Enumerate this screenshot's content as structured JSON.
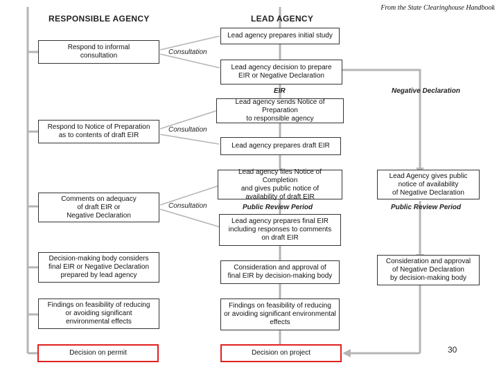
{
  "source": "From the State Clearinghouse Handbook",
  "page_number": "30",
  "headers": {
    "responsible": "RESPONSIBLE AGENCY",
    "lead": "LEAD AGENCY"
  },
  "labels": {
    "consultation": "Consultation",
    "eir": "EIR",
    "negative_declaration": "Negative Declaration",
    "public_review": "Public Review Period"
  },
  "responsible_boxes": {
    "informal": "Respond to informal\nconsultation",
    "nop": "Respond to Notice of Preparation\nas to contents of draft EIR",
    "comments": "Comments on adequacy\nof draft EIR or\nNegative Declaration",
    "decision_body": "Decision-making body considers\nfinal EIR or Negative Declaration\nprepared by lead agency",
    "findings": "Findings on feasibility of reducing\nor avoiding significant\nenvironmental effects",
    "permit": "Decision on permit"
  },
  "lead_boxes": {
    "initial_study": "Lead agency prepares initial study",
    "decision_prepare": "Lead agency decision to prepare\nEIR or Negative Declaration",
    "sends_nop": "Lead agency sends Notice of Preparation\nto responsible agency",
    "draft_eir": "Lead agency prepares draft EIR",
    "completion": "Lead agency files Notice of Completion\nand gives public notice of\navailability of draft EIR",
    "final_eir": "Lead agency prepares final EIR\nincluding responses to comments\non draft EIR",
    "approval": "Consideration and approval of\nfinal EIR by decision-making body",
    "findings": "Findings on feasibility of reducing\nor avoiding significant environmental\neffects",
    "project": "Decision on project"
  },
  "negdec_boxes": {
    "public_notice": "Lead Agency gives public\nnotice of availability\nof Negative Declaration",
    "approval": "Consideration and approval\nof Negative Declaration\nby decision-making body"
  }
}
